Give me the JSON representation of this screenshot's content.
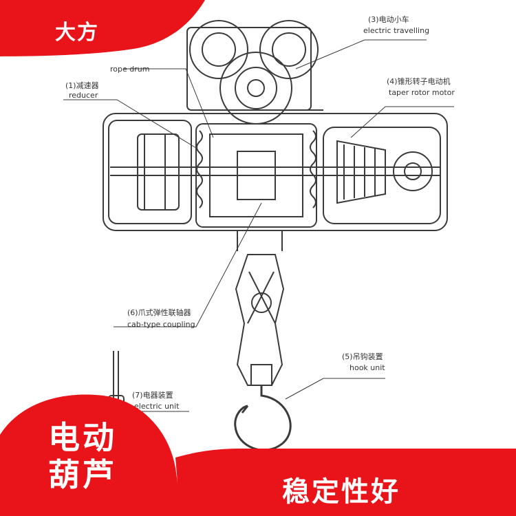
{
  "brand": {
    "name": "大方"
  },
  "product": {
    "line1": "电动",
    "line2": "葫芦"
  },
  "feature": {
    "text": "稳定性好"
  },
  "colors": {
    "accent": "#e8141a",
    "drawing": "#3a3a3a"
  },
  "callouts": {
    "rope_drum": {
      "zh": "",
      "en": "rope drum"
    },
    "reducer": {
      "zh": "(1)减速器",
      "en": "reducer"
    },
    "electric_travelling": {
      "zh": "(3)电动小车",
      "en": "electric travelling"
    },
    "taper_rotor_motor": {
      "zh": "(4)锥形转子电动机",
      "en": "taper rotor motor"
    },
    "coupling": {
      "zh": "(6)爪式弹性联轴器",
      "en": "cab-type coupling"
    },
    "hook_unit": {
      "zh": "(5)吊钩装置",
      "en": "hook unit"
    },
    "electric_unit": {
      "zh": "(7)电器装置",
      "en": "electric unit"
    }
  }
}
